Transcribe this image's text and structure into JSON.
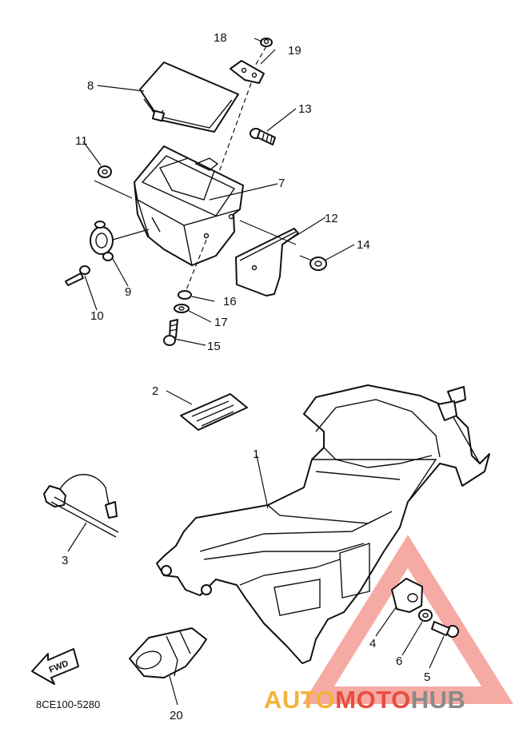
{
  "diagram": {
    "drawing_code": "8CE100-5280",
    "fwd_label": "FWD",
    "callouts": [
      "1",
      "2",
      "3",
      "4",
      "5",
      "6",
      "7",
      "8",
      "9",
      "10",
      "11",
      "12",
      "13",
      "14",
      "15",
      "16",
      "17",
      "18",
      "19",
      "20"
    ]
  },
  "watermark": {
    "part_a": "AUTO",
    "part_b": "MOTO",
    "part_c": "HUB",
    "colors": {
      "auto": "#f3b33a",
      "moto": "#e84d3d",
      "hub": "#8a8a8a",
      "triangle": "#f28d86"
    }
  }
}
